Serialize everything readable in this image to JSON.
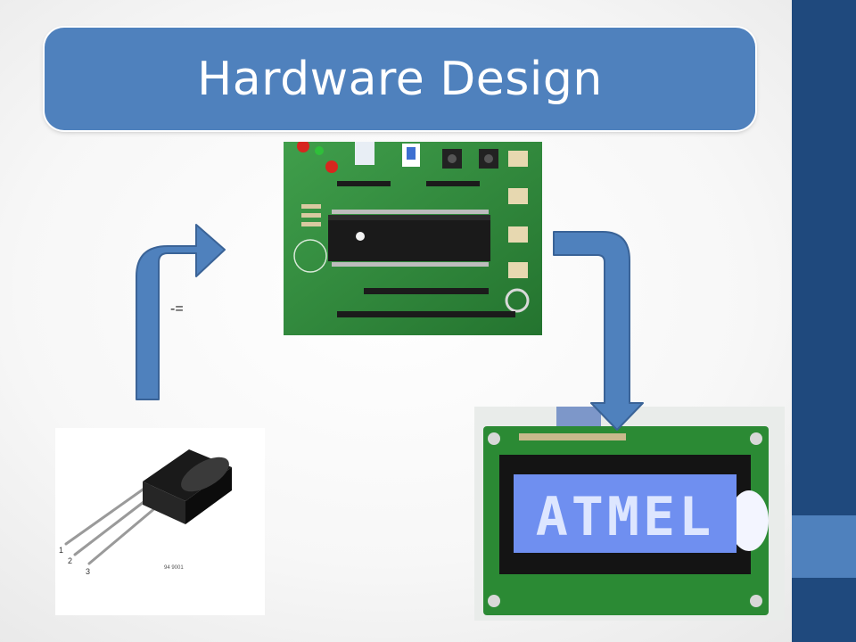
{
  "slide": {
    "title": "Hardware Design",
    "stray_text": "-=",
    "colors": {
      "accent_blue": "#4f81bd",
      "dark_blue": "#1f497d",
      "pcb_green": "#2f8a3a",
      "lcd_blue": "#6f8ff0"
    }
  },
  "images": {
    "microcontroller_board": {
      "icon": "pcb-board-photo"
    },
    "lcd_display": {
      "icon": "lcd-photo",
      "screen_text": "ATMEL"
    },
    "ir_sensor": {
      "icon": "ir-receiver-drawing",
      "pin_labels": [
        "1",
        "2",
        "3"
      ],
      "part_label": "94 9001"
    }
  }
}
